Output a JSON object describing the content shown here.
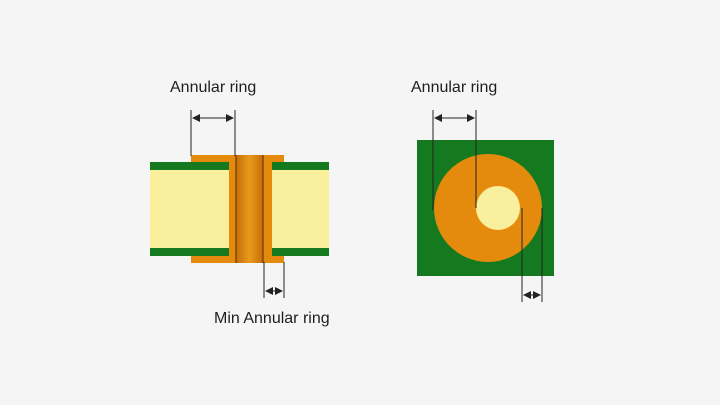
{
  "labels": {
    "left_annular": "Annular ring",
    "right_annular": "Annular ring",
    "min_annular": "Min Annular ring"
  },
  "colors": {
    "background": "#f5f5f5",
    "copper": "#e48b0e",
    "copper_dark": "#c8730a",
    "laminate": "#f9ef9c",
    "soldermask": "#15791f",
    "line": "#222222"
  }
}
